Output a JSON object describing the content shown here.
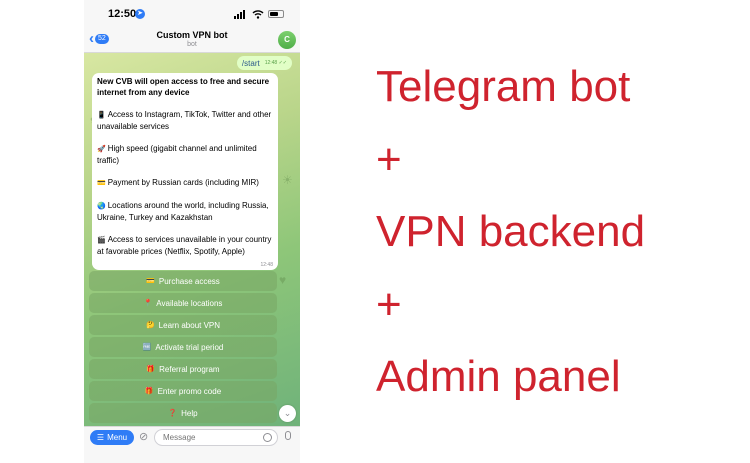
{
  "status_bar": {
    "time": "12:50"
  },
  "header": {
    "back_count": "52",
    "title": "Custom VPN bot",
    "subtitle": "bot",
    "avatar_letter": "C"
  },
  "outgoing": {
    "text": "/start",
    "time": "12:48"
  },
  "message": {
    "title": "New CVB will open access to free and secure internet from any device",
    "paragraphs": [
      {
        "icon": "📱",
        "text": "Access to Instagram, TikTok, Twitter and other unavailable services"
      },
      {
        "icon": "🚀",
        "text": "High speed (gigabit channel and unlimited traffic)"
      },
      {
        "icon": "💳",
        "text": "Payment by Russian cards (including MIR)"
      },
      {
        "icon": "🌏",
        "text": "Locations around the world, including Russia, Ukraine, Turkey and Kazakhstan"
      },
      {
        "icon": "🎬",
        "text": "Access to services unavailable in your country at favorable prices (Netflix, Spotify, Apple)"
      }
    ],
    "time": "12:48"
  },
  "keyboard": [
    {
      "icon": "💳",
      "label": "Purchase access"
    },
    {
      "icon": "📍",
      "label": "Available locations"
    },
    {
      "icon": "🤔",
      "label": "Learn about VPN"
    },
    {
      "icon": "🆓",
      "label": "Activate trial period"
    },
    {
      "icon": "🎁",
      "label": "Referral program"
    },
    {
      "icon": "🎁",
      "label": "Enter promo code"
    },
    {
      "icon": "❓",
      "label": "Help"
    }
  ],
  "input_bar": {
    "menu_label": "Menu",
    "placeholder": "Message"
  },
  "headline": {
    "line1": "Telegram bot",
    "plus1": "+",
    "line2": "VPN backend",
    "plus2": "+",
    "line3": "Admin panel"
  },
  "colors": {
    "accent": "#2f7cf6",
    "headline": "#cf232e",
    "outgoing_bubble": "#e1fec6"
  }
}
